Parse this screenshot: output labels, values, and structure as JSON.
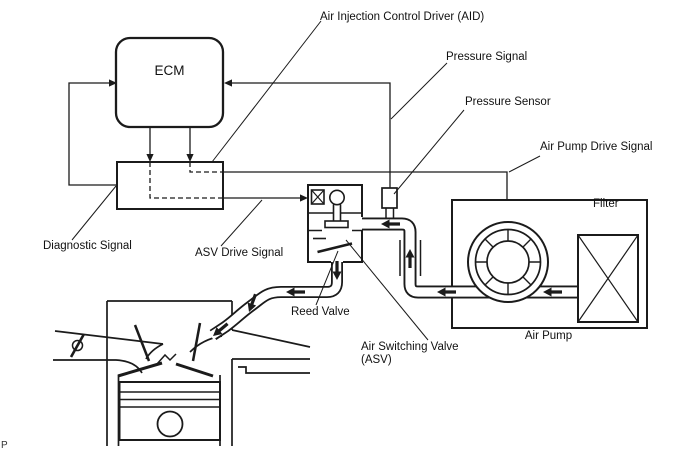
{
  "diagram": {
    "type": "secondary air injection system schematic",
    "colors": {
      "line": "#1b1b1b",
      "background": "#ffffff"
    },
    "components": {
      "ecm": {
        "label": "ECM"
      },
      "aid": {
        "label": "Air Injection Control Driver (AID)"
      },
      "pressure_signal": {
        "label": "Pressure Signal"
      },
      "pressure_sensor": {
        "label": "Pressure Sensor"
      },
      "air_pump_drive_signal": {
        "label": "Air Pump Drive Signal"
      },
      "filter": {
        "label": "Filter"
      },
      "air_pump": {
        "label": "Air Pump"
      },
      "diagnostic_signal": {
        "label": "Diagnostic Signal"
      },
      "asv_drive_signal": {
        "label": "ASV Drive Signal"
      },
      "reed_valve": {
        "label": "Reed Valve"
      },
      "asv": {
        "label_line1": "Air Switching Valve",
        "label_line2": "(ASV)"
      },
      "page_mark": {
        "label": "P"
      }
    }
  }
}
